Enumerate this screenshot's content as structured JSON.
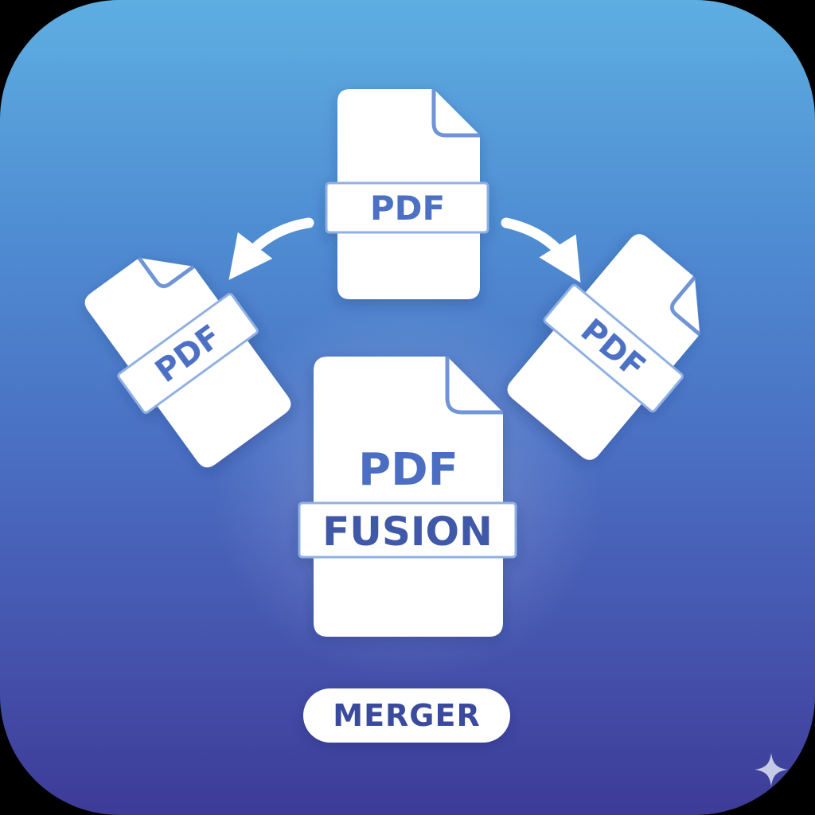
{
  "icon": {
    "top_file_label": "PDF",
    "left_file_label": "PDF",
    "right_file_label": "PDF",
    "main_file_label_top": "PDF",
    "main_file_label_band": "FUSION",
    "badge_label": "MERGER"
  },
  "colors": {
    "gradient_top": "#5eaee2",
    "gradient_bottom": "#3d3b97",
    "file_fill": "#ffffff",
    "label_text": "#4b6fc4",
    "badge_text": "#3a4a9c"
  },
  "icons": [
    "pdf-file-icon",
    "curved-arrow-icon",
    "sparkle-icon"
  ]
}
